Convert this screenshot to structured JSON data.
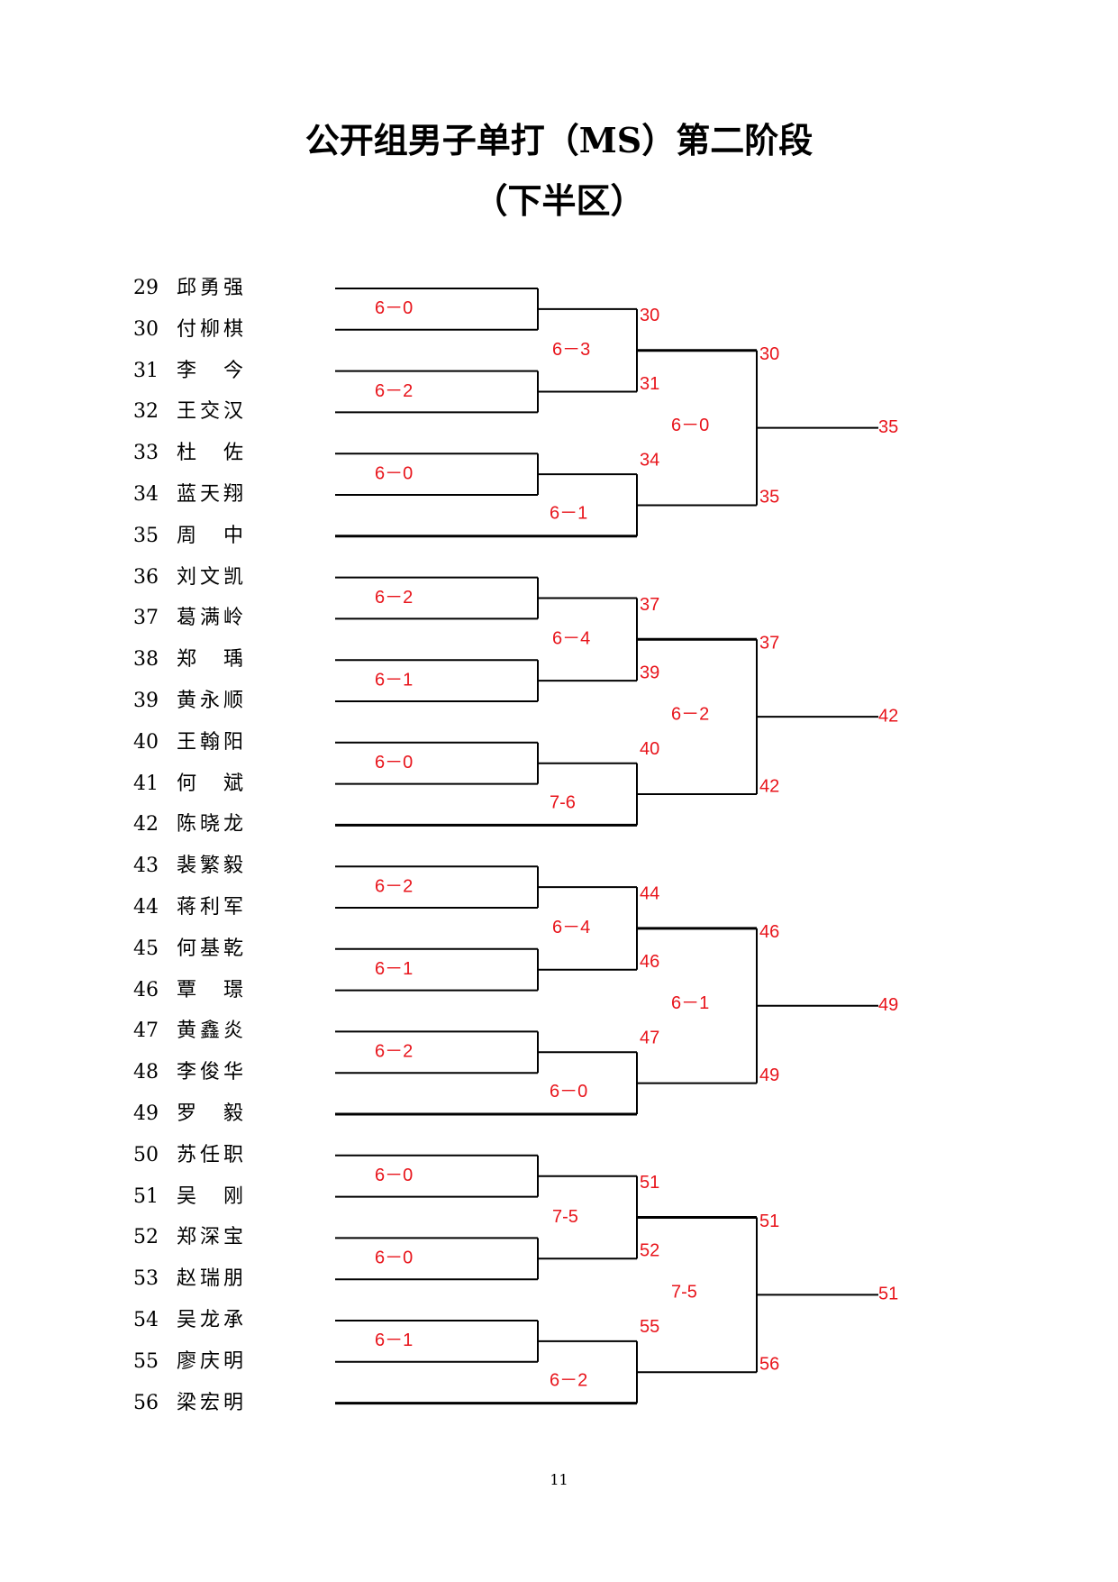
{
  "title": "公开组男子单打（MS）第二阶段",
  "subtitle": "（下半区）",
  "page_number": "11",
  "colors": {
    "score": "#e8141b",
    "line": "#000000"
  },
  "players": [
    {
      "num": "29",
      "name": "邱勇强"
    },
    {
      "num": "30",
      "name": "付柳棋"
    },
    {
      "num": "31",
      "name": "李　今"
    },
    {
      "num": "32",
      "name": "王交汉"
    },
    {
      "num": "33",
      "name": "杜　佐"
    },
    {
      "num": "34",
      "name": "蓝天翔"
    },
    {
      "num": "35",
      "name": "周　中"
    },
    {
      "num": "36",
      "name": "刘文凯"
    },
    {
      "num": "37",
      "name": "葛满岭"
    },
    {
      "num": "38",
      "name": "郑　瑀"
    },
    {
      "num": "39",
      "name": "黄永顺"
    },
    {
      "num": "40",
      "name": "王翰阳"
    },
    {
      "num": "41",
      "name": "何　斌"
    },
    {
      "num": "42",
      "name": "陈晓龙"
    },
    {
      "num": "43",
      "name": "裴繁毅"
    },
    {
      "num": "44",
      "name": "蒋利军"
    },
    {
      "num": "45",
      "name": "何基乾"
    },
    {
      "num": "46",
      "name": "覃　璟"
    },
    {
      "num": "47",
      "name": "黄鑫炎"
    },
    {
      "num": "48",
      "name": "李俊华"
    },
    {
      "num": "49",
      "name": "罗　毅"
    },
    {
      "num": "50",
      "name": "苏任职"
    },
    {
      "num": "51",
      "name": "吴　刚"
    },
    {
      "num": "52",
      "name": "郑深宝"
    },
    {
      "num": "53",
      "name": "赵瑞朋"
    },
    {
      "num": "54",
      "name": "吴龙承"
    },
    {
      "num": "55",
      "name": "廖庆明"
    },
    {
      "num": "56",
      "name": "梁宏明"
    }
  ],
  "groups": [
    {
      "r1": [
        {
          "score": "6－0",
          "winner": "30"
        },
        {
          "score": "6－2",
          "winner": "31"
        },
        {
          "score": "6－0",
          "winner": "34"
        }
      ],
      "r2": [
        {
          "score": "6－3",
          "winner": "30"
        },
        {
          "score": "6－1",
          "winner": "35"
        }
      ],
      "r3": {
        "score": "6－0",
        "winner": "35"
      }
    },
    {
      "r1": [
        {
          "score": "6－2",
          "winner": "37"
        },
        {
          "score": "6－1",
          "winner": "39"
        },
        {
          "score": "6－0",
          "winner": "40"
        }
      ],
      "r2": [
        {
          "score": "6－4",
          "winner": "37"
        },
        {
          "score": "7-6",
          "winner": "42"
        }
      ],
      "r3": {
        "score": "6－2",
        "winner": "42"
      }
    },
    {
      "r1": [
        {
          "score": "6－2",
          "winner": "44"
        },
        {
          "score": "6－1",
          "winner": "46"
        },
        {
          "score": "6－2",
          "winner": "47"
        }
      ],
      "r2": [
        {
          "score": "6－4",
          "winner": "46"
        },
        {
          "score": "6－0",
          "winner": "49"
        }
      ],
      "r3": {
        "score": "6－1",
        "winner": "49"
      }
    },
    {
      "r1": [
        {
          "score": "6－0",
          "winner": "51"
        },
        {
          "score": "6－0",
          "winner": "52"
        },
        {
          "score": "6－1",
          "winner": "55"
        }
      ],
      "r2": [
        {
          "score": "7-5",
          "winner": "51"
        },
        {
          "score": "6－2",
          "winner": "56"
        }
      ],
      "r3": {
        "score": "7-5",
        "winner": "51"
      }
    }
  ]
}
